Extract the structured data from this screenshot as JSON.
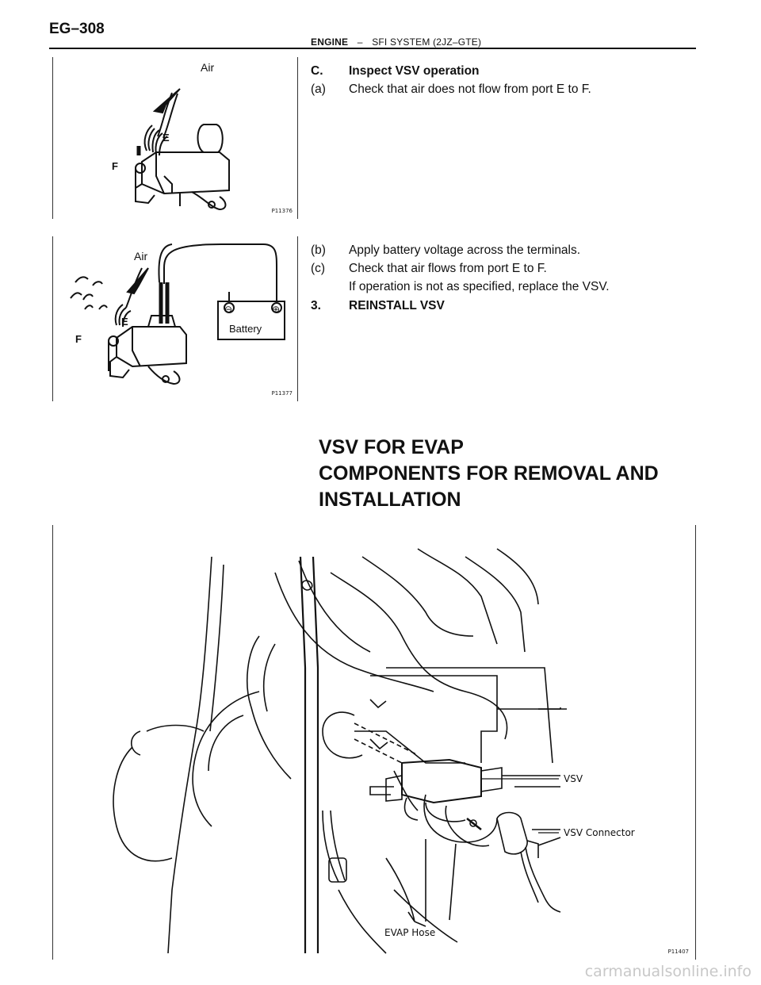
{
  "page_number": "EG–308",
  "header": {
    "section": "ENGINE",
    "separator": "–",
    "subsection": "SFI SYSTEM (2JZ–GTE)"
  },
  "figure1": {
    "labels": {
      "air": "Air",
      "port_e": "E",
      "port_f": "F"
    },
    "code": "P11376"
  },
  "figure2": {
    "labels": {
      "air": "Air",
      "port_e": "E",
      "port_f": "F",
      "battery": "Battery",
      "minus": "⊖",
      "plus": "⊕"
    },
    "code": "P11377"
  },
  "steps": {
    "c_label": "C.",
    "c_text": "Inspect VSV operation",
    "a_label": "(a)",
    "a_text": "Check that air does not flow from port E to F.",
    "b_label": "(b)",
    "b_text": "Apply battery voltage across the terminals.",
    "cc_label": "(c)",
    "cc_text": "Check that air flows from port E to F.",
    "cc_note": "If operation is not as specified, replace the VSV.",
    "s3_label": "3.",
    "s3_text": "REINSTALL VSV"
  },
  "section_title": {
    "line1": "VSV FOR EVAP",
    "line2": "COMPONENTS FOR REMOVAL AND",
    "line3": "INSTALLATION"
  },
  "figure3": {
    "callouts": {
      "vsv": "VSV",
      "vsv_connector": "VSV Connector",
      "evap_hose": "EVAP Hose"
    },
    "code": "P11407"
  },
  "watermark": "carmanualsonline.info"
}
